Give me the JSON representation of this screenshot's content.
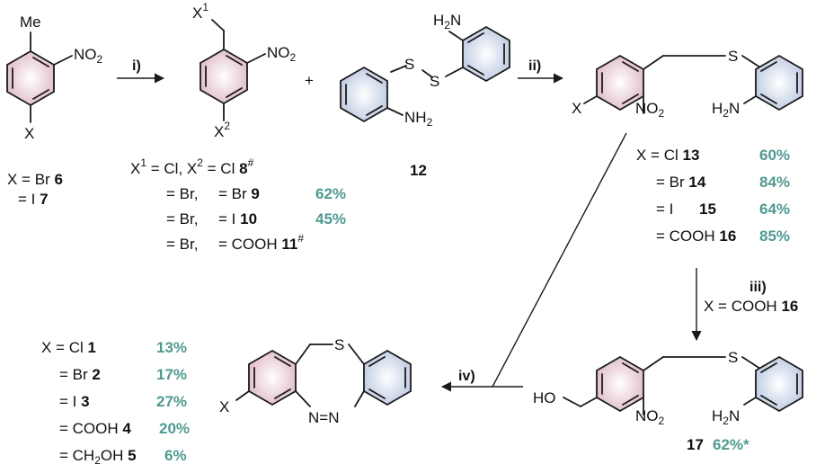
{
  "colors": {
    "yield": "#4f9a90",
    "ring_pink": "#e6c6cf",
    "ring_blue": "#c8d2e6"
  },
  "start": {
    "me": "Me",
    "no2": "NO",
    "no2_sub": "2",
    "x": "X",
    "line1_pre": "X = Br ",
    "line1_num": "6",
    "line2_pre": "=   I ",
    "line2_num": "7"
  },
  "step1": {
    "label": "i)"
  },
  "mid": {
    "x1": "X",
    "x1_sup": "1",
    "x2": "X",
    "x2_sup": "2",
    "no2": "NO",
    "no2_sub": "2",
    "plus": "+",
    "rows": [
      {
        "pre": " = Cl, X",
        "mid": " = Cl ",
        "num": "8",
        "mark": "#",
        "yield": ""
      },
      {
        "pre": "= Br,",
        "mid": "= Br ",
        "num": "9",
        "mark": "",
        "yield": "62%"
      },
      {
        "pre": "= Br,",
        "mid": "= I ",
        "num": "10",
        "mark": "",
        "yield": "45%"
      },
      {
        "pre": "= Br,",
        "mid": "= COOH ",
        "num": "11",
        "mark": "#",
        "yield": ""
      }
    ]
  },
  "disulfide": {
    "nh2_top": "H",
    "nh2_top_n": "N",
    "nh2_bot": "NH",
    "sub": "2",
    "s1": "S",
    "s2": "S",
    "num": "12"
  },
  "step2": {
    "label": "ii)"
  },
  "product": {
    "s": "S",
    "x": "X",
    "no2": "NO",
    "nh2_h": "H",
    "nh2_n": "N",
    "sub": "2",
    "rows": [
      {
        "pre": "X = Cl ",
        "num": "13",
        "yield": "60%"
      },
      {
        "pre": "= Br ",
        "num": "14",
        "yield": "84%"
      },
      {
        "pre": "= I",
        "num": "15",
        "yield": "64%"
      },
      {
        "pre": "= COOH ",
        "num": "16",
        "yield": "85%"
      }
    ]
  },
  "step3": {
    "label": "iii)",
    "cond_pre": "X = COOH ",
    "cond_num": "16"
  },
  "alcohol": {
    "ho": "HO",
    "s": "S",
    "no2": "NO",
    "nh2_h": "H",
    "nh2_n": "N",
    "sub": "2",
    "num": "17",
    "yield": "62%*"
  },
  "step4": {
    "label": "iv)"
  },
  "azo": {
    "s": "S",
    "x": "X",
    "nn": "N=N",
    "rows": [
      {
        "pre": "X = Cl ",
        "num": "1",
        "yield": "13%"
      },
      {
        "pre": "= Br ",
        "num": "2",
        "yield": "17%"
      },
      {
        "pre": "= I ",
        "num": "3",
        "yield": "27%"
      },
      {
        "pre": "= COOH ",
        "num": "4",
        "yield": "20%"
      },
      {
        "pre": "= CH",
        "sub": "2",
        "post": "OH ",
        "num": "5",
        "yield": "6%"
      }
    ]
  }
}
